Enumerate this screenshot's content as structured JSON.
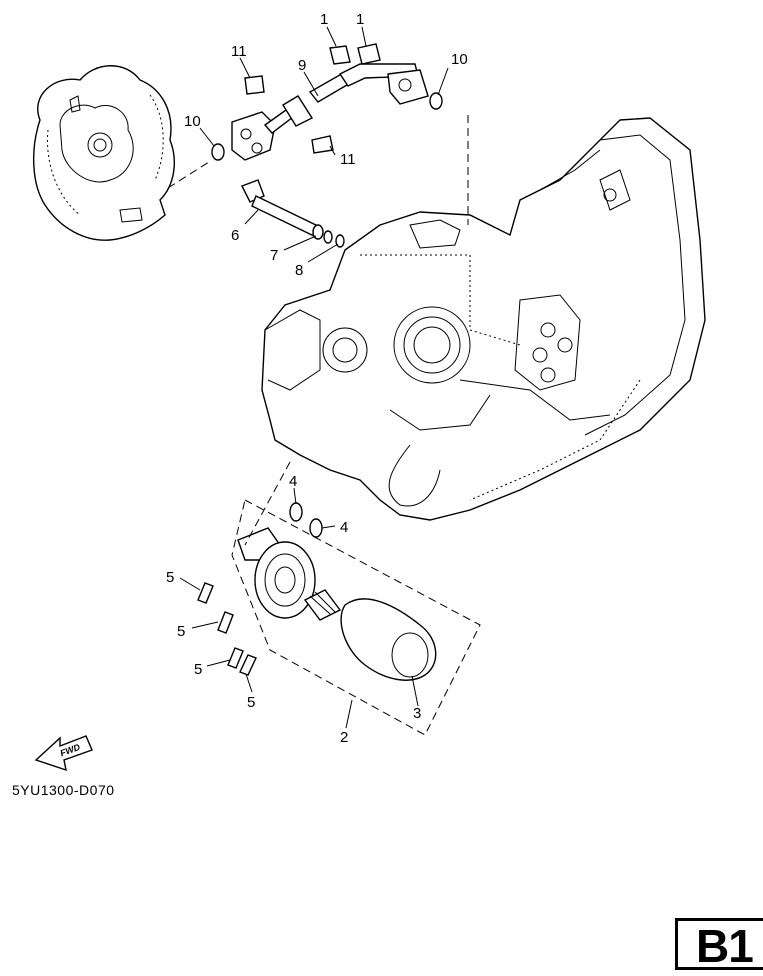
{
  "callouts": {
    "c1a": "1",
    "c1b": "1",
    "c2": "2",
    "c3": "3",
    "c4a": "4",
    "c4b": "4",
    "c5a": "5",
    "c5b": "5",
    "c5c": "5",
    "c5d": "5",
    "c6": "6",
    "c7": "7",
    "c8": "8",
    "c9": "9",
    "c10a": "10",
    "c10b": "10",
    "c11a": "11",
    "c11b": "11"
  },
  "fwd_label": "FWD",
  "diagram_code": "5YU1300-D070",
  "page_tag": "B1"
}
